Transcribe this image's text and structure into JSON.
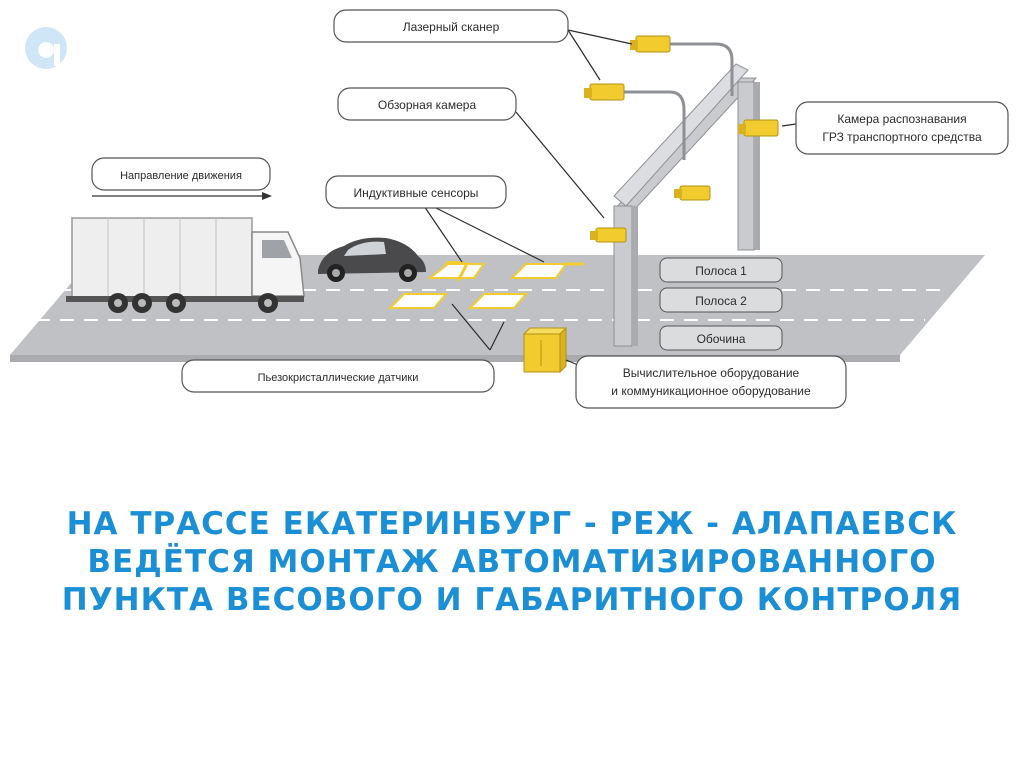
{
  "labels": {
    "laser_scanner": "Лазерный сканер",
    "overview_camera": "Обзорная камера",
    "direction": "Направление движения",
    "inductive_sensors": "Индуктивные сенсоры",
    "plate_camera_line1": "Камера распознавания",
    "plate_camera_line2": "ГРЗ транспортного средства",
    "lane1": "Полоса 1",
    "lane2": "Полоса 2",
    "shoulder": "Обочина",
    "piezo_sensors": "Пьезокристаллические датчики",
    "computing_line1": "Вычислительное оборудование",
    "computing_line2": "и коммуникационное оборудование"
  },
  "headline": {
    "line1": "НА ТРАССЕ ЕКАТЕРИНБУРГ - РЕЖ - АЛАПАЕВСК",
    "line2": "ВЕДЁТСЯ МОНТАЖ АВТОМАТИЗИРОВАННОГО",
    "line3": "ПУНКТА ВЕСОВОГО И ГАБАРИТНОГО КОНТРОЛЯ"
  },
  "colors": {
    "accent": "#1a8fd6",
    "road": "#bfc1c4",
    "equipment": "#f2cc2f"
  }
}
